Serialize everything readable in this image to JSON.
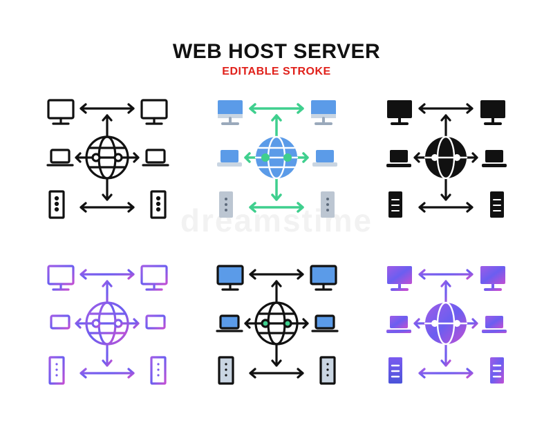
{
  "header": {
    "title": "WEB HOST SERVER",
    "subtitle": "EDITABLE STROKE"
  },
  "watermark": "dreamstime",
  "icons": [
    {
      "style": "outline",
      "name": "web-host-server-outline-icon"
    },
    {
      "style": "filled-color",
      "name": "web-host-server-color-icon"
    },
    {
      "style": "glyph",
      "name": "web-host-server-glyph-icon"
    },
    {
      "style": "gradient-outline",
      "name": "web-host-server-gradient-outline-icon"
    },
    {
      "style": "lineal-color",
      "name": "web-host-server-lineal-color-icon"
    },
    {
      "style": "gradient-fill",
      "name": "web-host-server-gradient-fill-icon"
    }
  ],
  "colors": {
    "title": "#111111",
    "subtitle": "#e0201a",
    "blue": "#5b9be8",
    "green": "#3fcf8e",
    "purple": "#7a5af0",
    "magenta": "#c04fd6"
  }
}
